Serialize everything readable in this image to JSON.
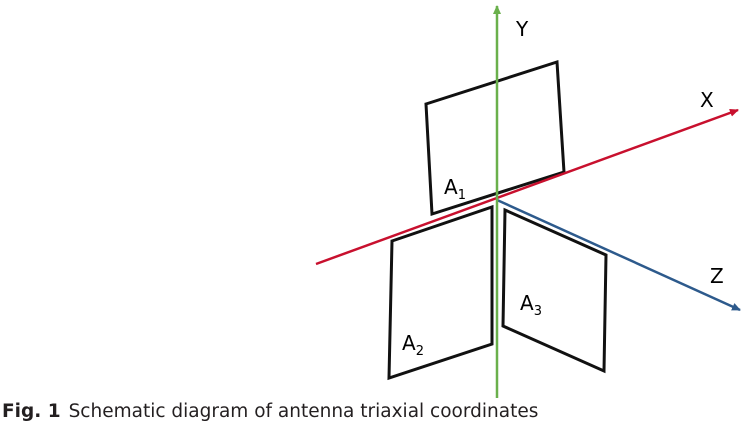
{
  "axes": {
    "x_label": "X",
    "y_label": "Y",
    "z_label": "Z",
    "x_color": "#c8102e",
    "y_color": "#6ab04c",
    "z_color": "#2d5a8c"
  },
  "panels": [
    {
      "letter": "A",
      "subscript": "1"
    },
    {
      "letter": "A",
      "subscript": "2"
    },
    {
      "letter": "A",
      "subscript": "3"
    }
  ],
  "caption": {
    "label": "Fig. 1",
    "text": "Schematic diagram of antenna triaxial coordinates"
  }
}
